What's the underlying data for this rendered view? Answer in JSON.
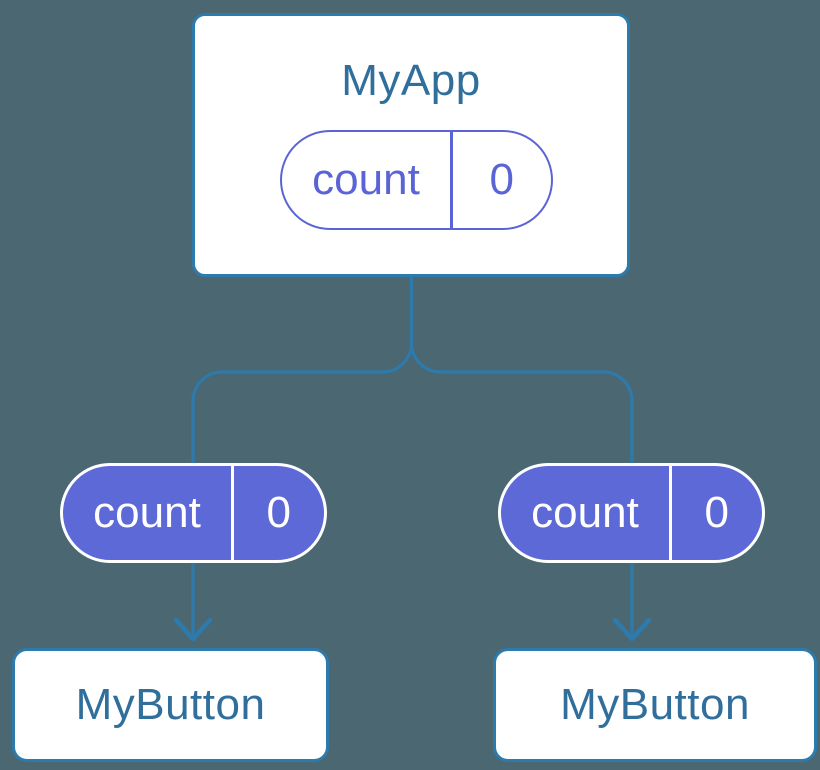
{
  "colors": {
    "background": "#4A6772",
    "line_blue": "#2D7AAD",
    "title_text": "#306E9C",
    "card_fill": "#FFFFFF",
    "purple": "#5E69D8",
    "purple_outline": "#5A64D6",
    "pill_text_light": "#FFFFFF"
  },
  "diagram": {
    "root": {
      "title": "MyApp",
      "state": {
        "name": "count",
        "value": "0"
      }
    },
    "children": [
      {
        "title": "MyButton",
        "prop": {
          "name": "count",
          "value": "0"
        }
      },
      {
        "title": "MyButton",
        "prop": {
          "name": "count",
          "value": "0"
        }
      }
    ]
  }
}
